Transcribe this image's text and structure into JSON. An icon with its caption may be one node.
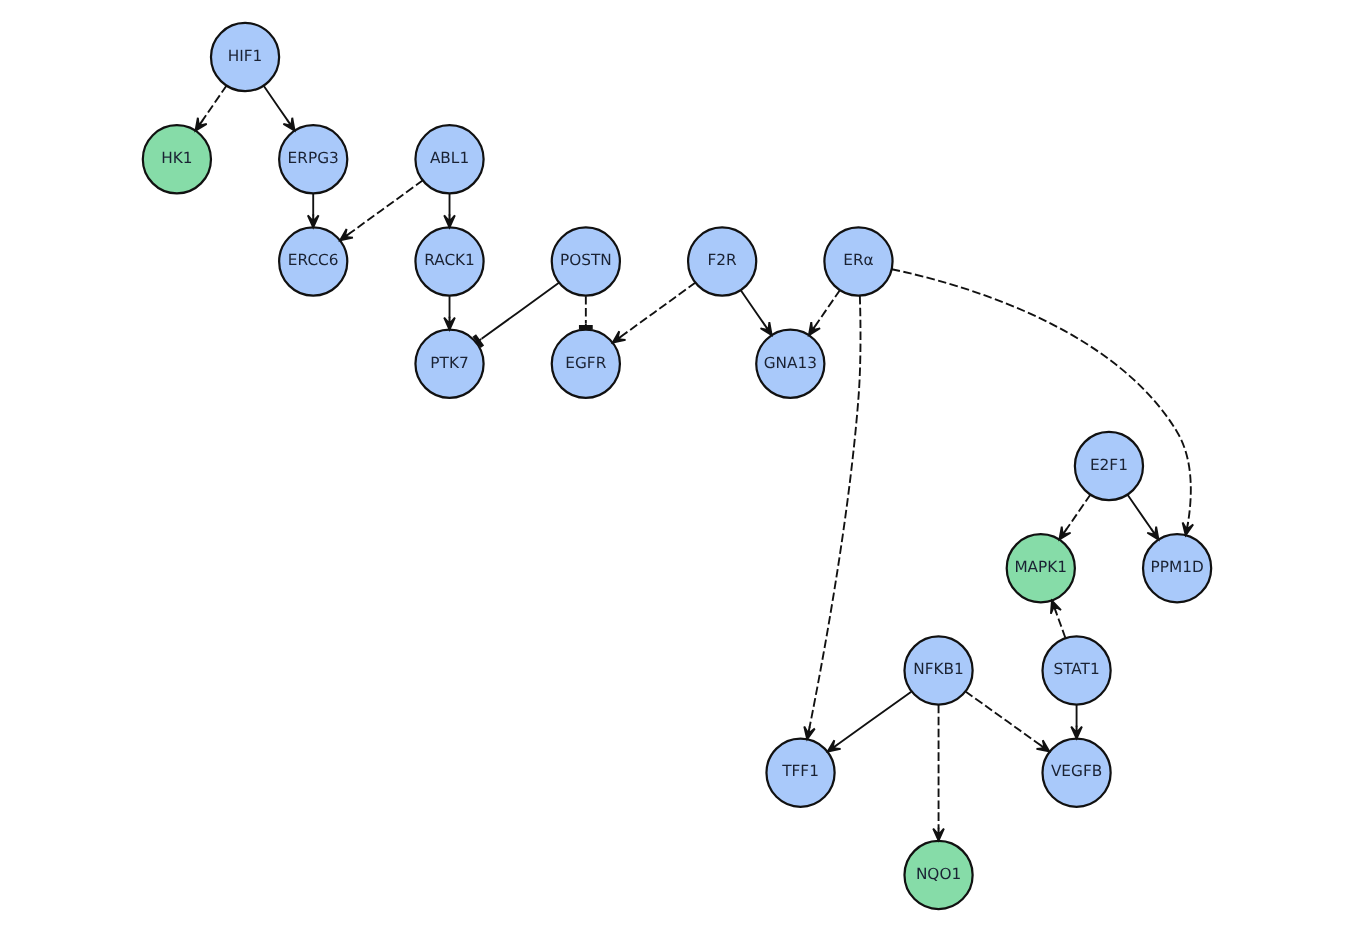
{
  "diagram": {
    "nodes": [
      {
        "text": [
          "HIF1"
        ]
      },
      {
        "text": [
          "HK1"
        ]
      },
      {
        "text": [
          "ERPG3"
        ]
      },
      {
        "text": [
          "ABL1"
        ]
      },
      {
        "text": [
          "ERCC6"
        ]
      },
      {
        "text": [
          "RACK1"
        ]
      },
      {
        "text": [
          "POSTN"
        ]
      },
      {
        "text": [
          "F2R"
        ]
      },
      {
        "text": [
          "ERα"
        ]
      },
      {
        "text": [
          "PTK7"
        ]
      },
      {
        "text": [
          "EGFR"
        ]
      },
      {
        "text": [
          "GNA13"
        ]
      },
      {
        "text": [
          "E2F1"
        ]
      },
      {
        "text": [
          "MAPK1"
        ]
      },
      {
        "text": [
          "PPM1D"
        ]
      },
      {
        "text": [
          "STAT1"
        ]
      },
      {
        "text": [
          "NFKB1"
        ]
      },
      {
        "text": [
          "VEGFB"
        ]
      },
      {
        "text": [
          "TFF1"
        ]
      },
      {
        "text": [
          "NQO1"
        ]
      }
    ],
    "edges": [
      {
        "from": 0,
        "to": 1,
        "arrow": "to",
        "style": "dashed"
      },
      {
        "from": 0,
        "to": 2,
        "arrow": "to"
      },
      {
        "from": 2,
        "to": 4,
        "arrow": "to"
      },
      {
        "from": 3,
        "to": 4,
        "arrow": "to",
        "style": "dashed"
      },
      {
        "from": 3,
        "to": 5,
        "arrow": "to"
      },
      {
        "from": 5,
        "to": 9,
        "arrow": "to"
      },
      {
        "from": 6,
        "to": 9,
        "arrow": "other"
      },
      {
        "from": 6,
        "to": 10,
        "arrow": "other",
        "style": "dashed"
      },
      {
        "from": 7,
        "to": 10,
        "arrow": "to",
        "style": "dashed"
      },
      {
        "from": 7,
        "to": 11,
        "arrow": "to"
      },
      {
        "from": 8,
        "to": 11,
        "arrow": "to",
        "style": "dashed"
      },
      {
        "from": 8,
        "to": 14,
        "arrow": "to",
        "style": "dashed"
      },
      {
        "from": 8,
        "to": 18,
        "arrow": "to",
        "style": "dashed"
      },
      {
        "from": 12,
        "to": 13,
        "arrow": "to",
        "style": "dashed"
      },
      {
        "from": 12,
        "to": 14,
        "arrow": "to"
      },
      {
        "from": 15,
        "to": 13,
        "arrow": "to",
        "style": "dashed"
      },
      {
        "from": 15,
        "to": 17,
        "arrow": "to"
      },
      {
        "from": 16,
        "to": 17,
        "arrow": "to",
        "style": "dashed"
      },
      {
        "from": 16,
        "to": 18,
        "arrow": "to"
      },
      {
        "from": 16,
        "to": 19,
        "arrow": "to",
        "style": "dashed"
      }
    ]
  }
}
